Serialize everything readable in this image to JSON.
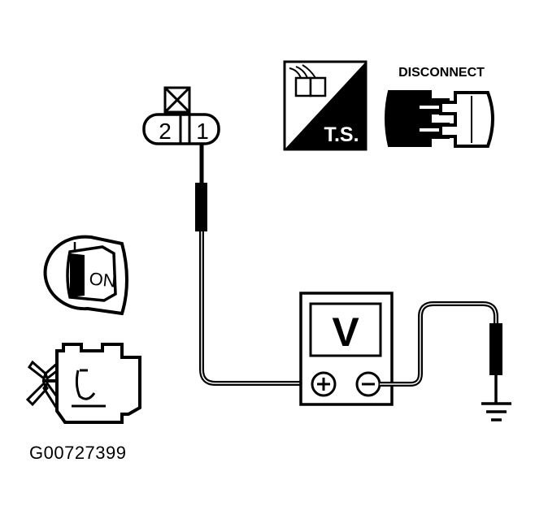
{
  "connector": {
    "pin_left": "2",
    "pin_right": "1"
  },
  "ts_icon": {
    "label": "T.S."
  },
  "disconnect_icon": {
    "label": "DISCONNECT"
  },
  "ignition_key": {
    "label": "ON"
  },
  "voltmeter": {
    "label": "V",
    "positive": "+",
    "negative": "−"
  },
  "figure_code": "G00727399"
}
